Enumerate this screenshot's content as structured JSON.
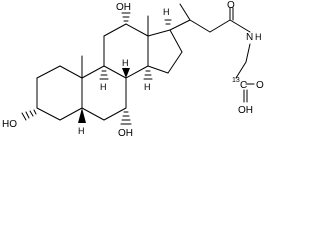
{
  "molecule": {
    "atom_labels": {
      "ho_3": "HO",
      "oh_7": "OH",
      "oh_12": "OH",
      "amide_o": "O",
      "nh": "N",
      "nh_h": "H",
      "isotope": "13",
      "c13": "C",
      "acid_o": "O",
      "acid_oh": "OH",
      "h_5": "H",
      "h_8": "H",
      "h_9": "H",
      "h_14": "H",
      "h_17": "H"
    }
  }
}
